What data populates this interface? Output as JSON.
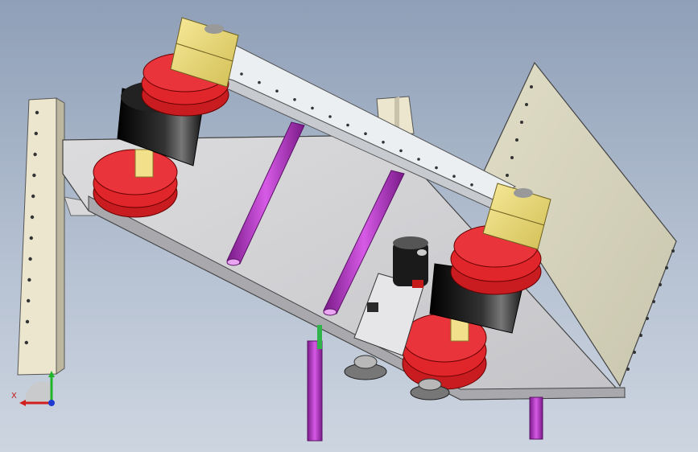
{
  "view": {
    "background_top": "#8f9fb7",
    "background_bottom": "#cdd5e0"
  },
  "triad": {
    "x_label": "X",
    "x_color": "#d11f1f",
    "y_color": "#1fb52a",
    "z_color": "#1f3ad1"
  },
  "parts": {
    "plate_color": "#d4d4d6",
    "panel_color": "#d9d6c0",
    "beam_color": "#eceff2",
    "post_color": "#ece6cf",
    "rod_color": "#b02cc0",
    "pulley_color": "#e0262a",
    "motor_body_color": "#0e0e0e",
    "gearbox_color": "#f2e18a",
    "leg_color": "#b02cc0"
  },
  "icons": {
    "pulley_upper": "pulley-wheel",
    "pulley_lower": "pulley-wheel",
    "motor": "motor-cylinder",
    "gearbox": "gearbox-block",
    "sensor": "servo-unit"
  }
}
